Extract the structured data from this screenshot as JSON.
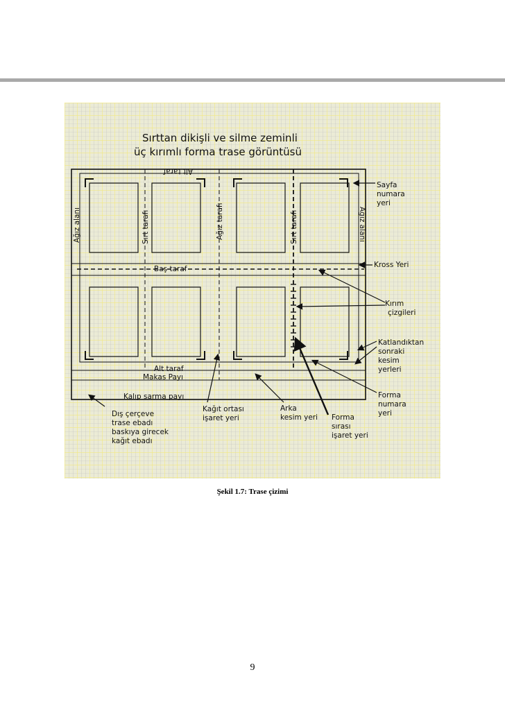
{
  "figure": {
    "title_line1": "Sırttan dikişli ve silme zeminli",
    "title_line2": "üç kırımlı forma trase görüntüsü",
    "labels": {
      "alt_taraf_top": "Alt taraf",
      "agiz_alani_left": "Ağız alanı",
      "agiz_alani_right": "Ağız alanı",
      "sirt_tarafi_left": "Sırt tarafı",
      "sirt_tarafi_right": "Sırt tarafı",
      "agiz_tarafi_center": "Ağız tarafı",
      "bas_taraf": "Baş taraf",
      "alt_taraf_bottom": "Alt taraf",
      "makas_payi": "Makas Payı",
      "kalip_sarma_payi": "Kalıp sarma payı"
    },
    "callouts": {
      "sayfa_numara_yeri": [
        "Sayfa",
        "numara",
        "yeri"
      ],
      "kross_yeri": "Kross Yeri",
      "kirim_cizgileri": [
        "Kırım",
        "çizgileri"
      ],
      "katlandiktan": [
        "Katlandıktan",
        "sonraki",
        "kesim",
        "yerleri"
      ],
      "forma_numara_yeri": [
        "Forma",
        "numara",
        "yeri"
      ],
      "dis_cerceve": [
        "Dış çerçeve",
        "trase ebadı",
        "baskıya girecek",
        "kağıt ebadı"
      ],
      "kagit_ortasi": [
        "Kağıt ortası",
        "işaret yeri"
      ],
      "arka_kesim": [
        "Arka",
        "kesim yeri"
      ],
      "forma_sirasi": [
        "Forma",
        "sırası",
        "işaret yeri"
      ]
    },
    "colors": {
      "background": "#ebebd6",
      "grid_major": "#f2e880",
      "grid_minor": "#bdbdbd",
      "ink": "#111111"
    }
  },
  "caption": "Şekil 1.7:  Trase çizimi",
  "page_number": "9"
}
